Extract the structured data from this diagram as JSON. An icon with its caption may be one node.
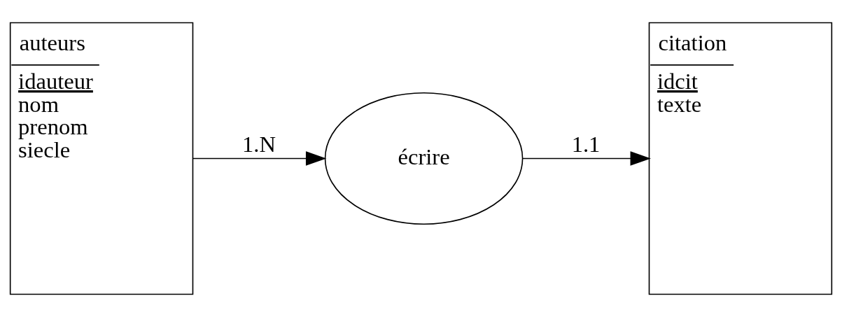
{
  "diagram": {
    "nodes": [
      {
        "text": [
          "auteurs",
          "idauteur",
          "nom",
          "prenom",
          "siecle"
        ]
      },
      {
        "text": [
          "écrire"
        ]
      },
      {
        "text": [
          "citation",
          "idcit",
          "texte"
        ]
      }
    ],
    "edges": [
      {
        "from": 0,
        "to": 1,
        "arrow": "to",
        "label": "1.N"
      },
      {
        "from": 1,
        "to": 2,
        "arrow": "to",
        "label": "1.1"
      }
    ]
  }
}
